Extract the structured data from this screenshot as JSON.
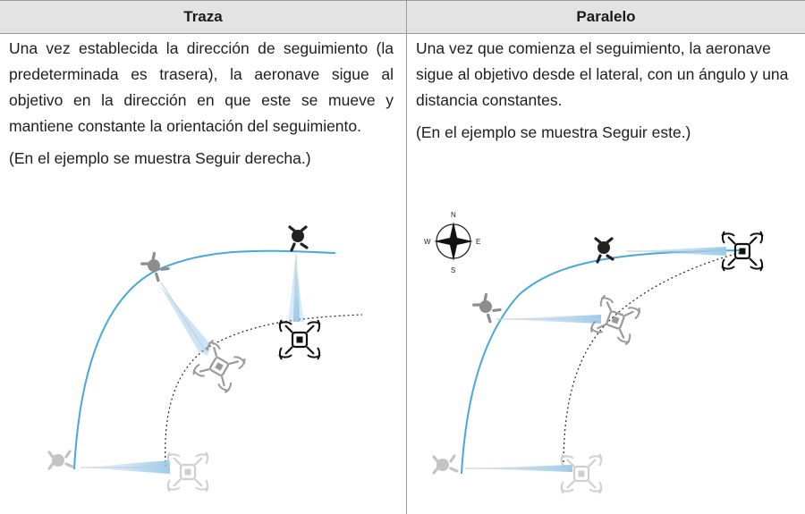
{
  "table": {
    "headers": [
      "Traza",
      "Paralelo"
    ]
  },
  "trace": {
    "paragraph": "Una vez establecida la dirección de seguimiento (la predeterminada es trasera), la aeronave sigue al objetivo en la dirección en que este se mueve y mantiene constante la orientación del seguimiento.",
    "note": "(En el ejemplo se muestra Seguir derecha.)"
  },
  "parallel": {
    "paragraph": "Una vez que comienza el seguimiento, la aeronave sigue al objetivo desde el lateral, con un ángulo y una distancia constantes.",
    "note": "(En el ejemplo se muestra Seguir este.)"
  },
  "compass": {
    "n": "N",
    "s": "S",
    "e": "E",
    "w": "W"
  },
  "colors": {
    "path": "#45a9d9",
    "header_bg": "#e3e3e3",
    "beam": "#8fc6ea"
  }
}
